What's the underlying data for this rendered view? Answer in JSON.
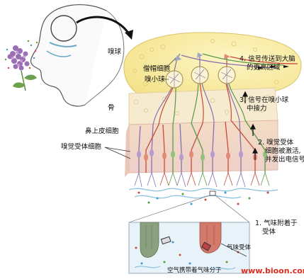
{
  "labels": {
    "olfactory_bulb": "嗅球",
    "mitral_cell": "僧帽细胞",
    "glomerulus": "嗅小球",
    "bone": "骨",
    "nasal_epithelium": "鼻上皮细胞",
    "receptor_cell": "嗅觉受体细胞",
    "odorant_receptor": "气味受体",
    "air_molecules": "空气携带着气味分子"
  },
  "steps": [
    {
      "num": "1.",
      "lines": [
        "气味附着于",
        "受体"
      ]
    },
    {
      "num": "2.",
      "lines": [
        "嗅觉受体",
        "细胞被激活,",
        "并发出电信号"
      ]
    },
    {
      "num": "3.",
      "lines": [
        "信号在嗅小球",
        "中接力"
      ]
    },
    {
      "num": "4.",
      "lines": [
        "信号传送到大脑",
        "的更高区域"
      ]
    }
  ],
  "watermark": "www.bioon.com",
  "colors": {
    "bulb_fill": "#fbf0a8",
    "bone_fill": "#f5e8c8",
    "epithelium_fill": "#f2d8c8",
    "inset_bg": "#e6f2f8",
    "receptor_green": "#7f9873",
    "receptor_red": "#c9685a",
    "watermark": "#d62b1e"
  }
}
